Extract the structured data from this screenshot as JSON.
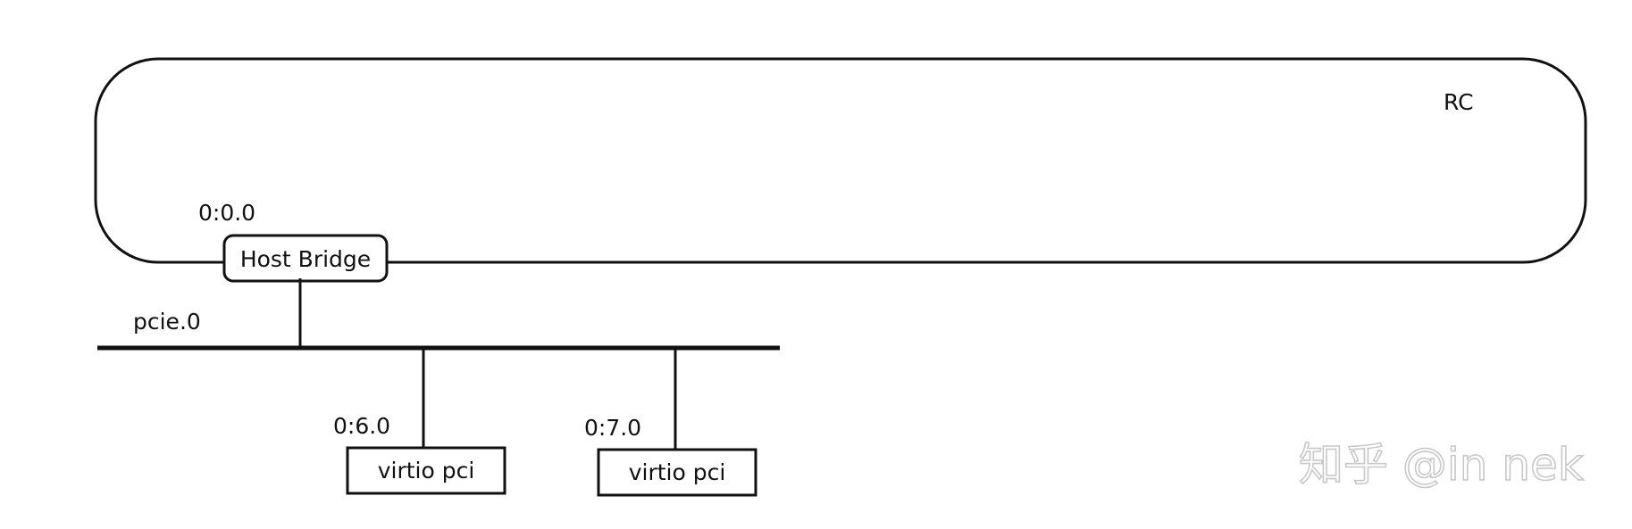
{
  "diagram": {
    "rc_label": "RC",
    "host_bridge": {
      "address": "0:0.0",
      "label": "Host Bridge"
    },
    "bus_label": "pcie.0",
    "devices": [
      {
        "address": "0:6.0",
        "label": "virtio pci"
      },
      {
        "address": "0:7.0",
        "label": "virtio pci"
      }
    ]
  },
  "watermark": {
    "text": "知乎 @in nek"
  },
  "colors": {
    "line": "#111111",
    "background": "#ffffff",
    "watermark": "#c8c8c8"
  }
}
